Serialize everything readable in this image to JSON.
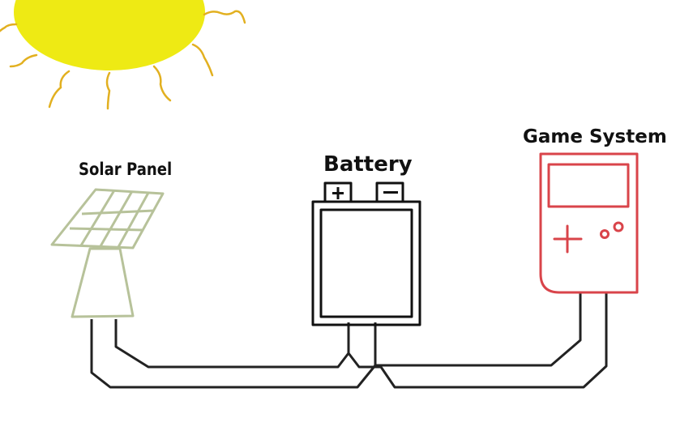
{
  "labels": {
    "solar_panel": "Solar Panel",
    "battery": "Battery",
    "game_system": "Game System"
  },
  "icons": {
    "sun": "sun-icon",
    "solar_panel": "solar-panel-icon",
    "battery": "battery-icon",
    "game_system": "handheld-console-icon",
    "plus_terminal": "+",
    "minus_terminal": "−"
  },
  "colors": {
    "sun_fill": "#eeea14",
    "sun_rays": "#e2b020",
    "solar_panel": "#b7c29a",
    "battery": "#111111",
    "game_system": "#d9444a",
    "wires": "#222222"
  }
}
